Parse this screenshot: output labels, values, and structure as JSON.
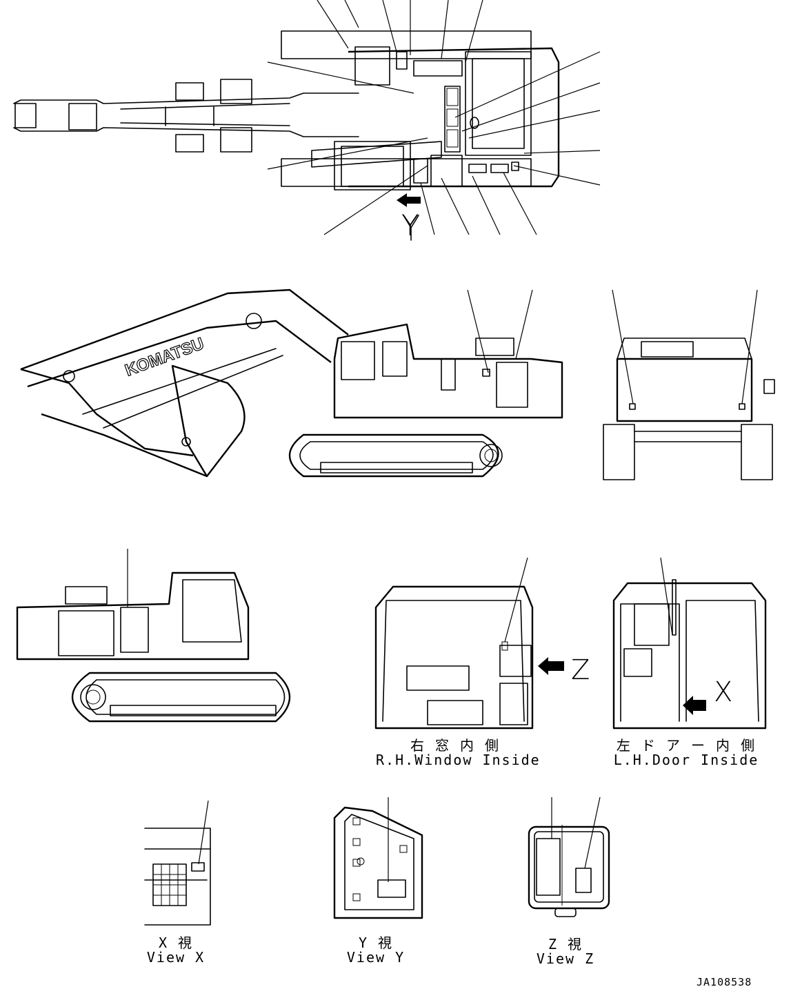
{
  "callouts": {
    "y": "Y",
    "z": "Z",
    "x": "X"
  },
  "brand": "KOMATSU",
  "views": {
    "rh_window": {
      "jp": "右 窓 内 側",
      "en": "R.H.Window Inside"
    },
    "lh_door": {
      "jp": "左 ド ア ー 内 側",
      "en": "L.H.Door Inside"
    },
    "view_x": {
      "jp": "X 視",
      "en": "View X"
    },
    "view_y": {
      "jp": "Y 視",
      "en": "View Y"
    },
    "view_z": {
      "jp": "Z 視",
      "en": "View Z"
    }
  },
  "drawing_code": "JA108538"
}
